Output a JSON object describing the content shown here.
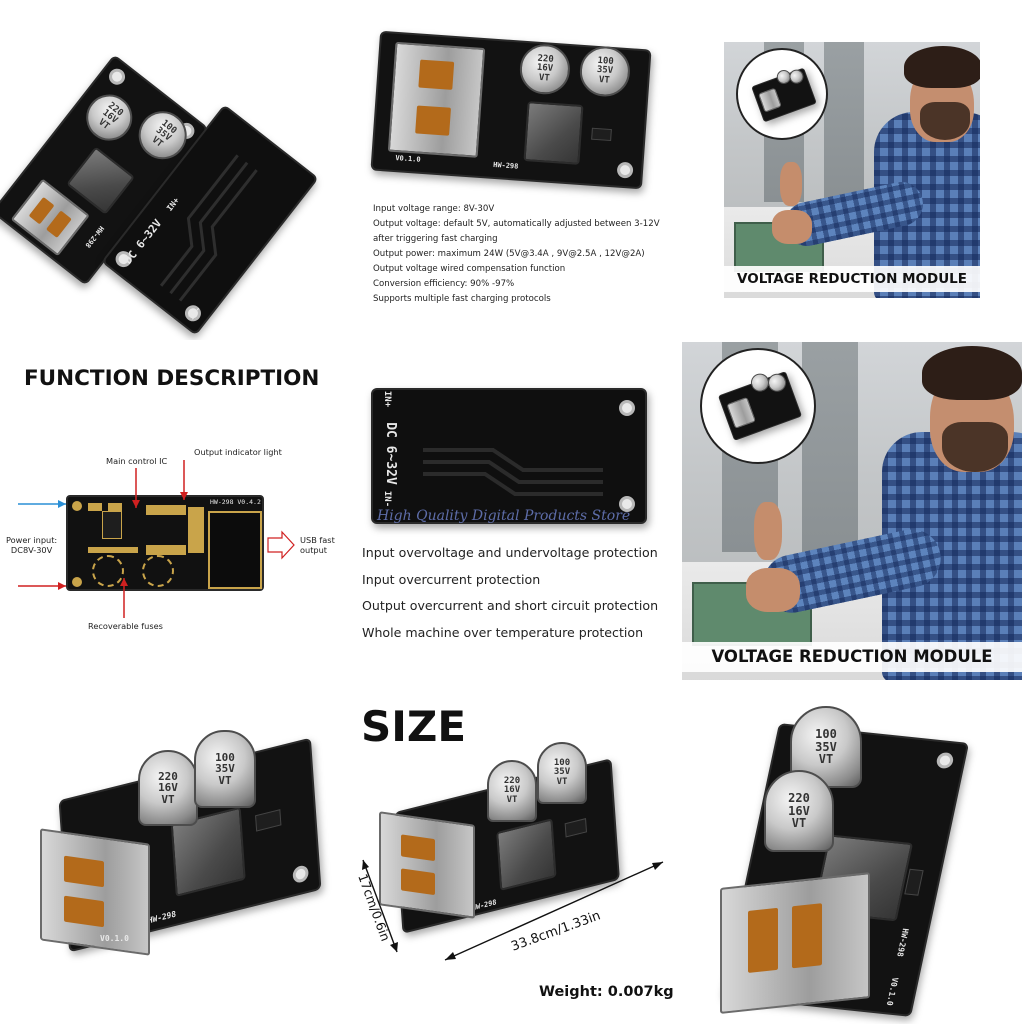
{
  "specs": {
    "lines": [
      "Input voltage range: 8V-30V",
      "Output voltage: default 5V, automatically adjusted between 3-12V",
      "after triggering fast charging",
      "Output power: maximum 24W (5V@3.4A , 9V@2.5A , 12V@2A)",
      "Output voltage wired compensation function",
      "Conversion efficiency: 90% -97%",
      "Supports multiple fast charging protocols"
    ]
  },
  "banner_top": "VOLTAGE REDUCTION MODULE",
  "banner_mid": "VOLTAGE REDUCTION MODULE",
  "function_heading": "FUNCTION DESCRIPTION",
  "diagram": {
    "main_control": "Main control IC",
    "output_light": "Output indicator light",
    "power_input_l1": "Power input:",
    "power_input_l2": "DC8V-30V",
    "usb_l1": "USB fast",
    "usb_l2": "output",
    "fuses": "Recoverable fuses",
    "board_label": "HW-298 V0.4.2"
  },
  "features": [
    "Input overvoltage and undervoltage protection",
    "Input overcurrent protection",
    "Output overcurrent and short circuit protection",
    "Whole machine over temperature protection"
  ],
  "watermark": "High Quality Digital Products Store",
  "size_heading": "SIZE",
  "dim_width": "17cm/0.6in",
  "dim_length": "33.8cm/1.33in",
  "weight": "Weight: 0.007kg",
  "silkscreen": {
    "cap_small_l1": "220",
    "cap_small_l2": "16V",
    "cap_small_l3": "VT",
    "cap_big_l1": "100",
    "cap_big_l2": "35V",
    "cap_big_l3": "VT",
    "model": "HW-298",
    "version": "V0.1.0",
    "back_dc": "DC 6~32V",
    "back_in_plus": "IN+",
    "back_in_minus": "IN-"
  }
}
